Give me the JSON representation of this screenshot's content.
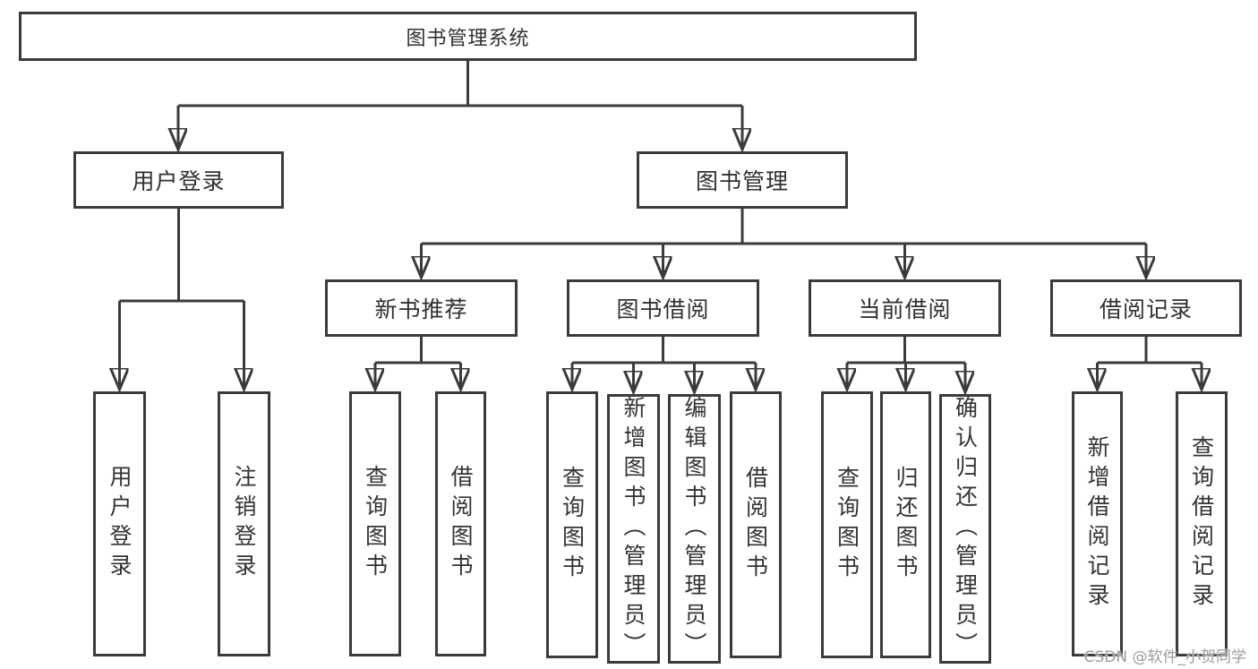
{
  "tree": {
    "label": "图书管理系统",
    "children": [
      {
        "label": "用户登录",
        "children": [
          {
            "label": "用户登录"
          },
          {
            "label": "注销登录"
          }
        ]
      },
      {
        "label": "图书管理",
        "children": [
          {
            "label": "新书推荐",
            "children": [
              {
                "label": "查询图书"
              },
              {
                "label": "借阅图书"
              }
            ]
          },
          {
            "label": "图书借阅",
            "children": [
              {
                "label": "查询图书"
              },
              {
                "label": "新增图书（管理员）"
              },
              {
                "label": "编辑图书（管理员）"
              },
              {
                "label": "借阅图书"
              }
            ]
          },
          {
            "label": "当前借阅",
            "children": [
              {
                "label": "查询图书"
              },
              {
                "label": "归还图书"
              },
              {
                "label": "确认归还（管理员）"
              }
            ]
          },
          {
            "label": "借阅记录",
            "children": [
              {
                "label": "新增借阅记录"
              },
              {
                "label": "查询借阅记录"
              }
            ]
          }
        ]
      }
    ]
  },
  "watermark": {
    "text": "CSDN @软件_小贺同学"
  },
  "colors": {
    "line": "#3b3b3b",
    "text": "#333333",
    "watermark": "#9c9c9c"
  }
}
